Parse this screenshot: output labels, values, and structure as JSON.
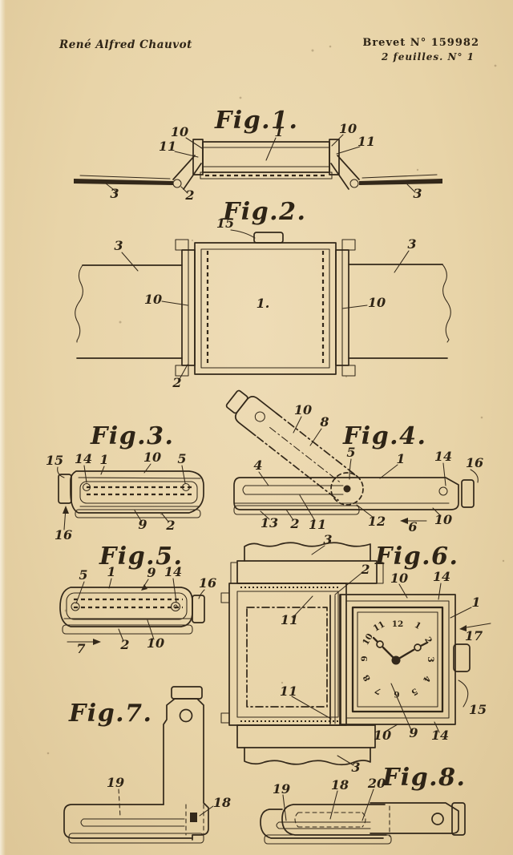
{
  "header": {
    "inventor": "René Alfred Chauvot",
    "patent_number": "Brevet N° 159982",
    "sheet_note": "2 feuilles. N° 1"
  },
  "colors": {
    "paper": "#e8d4a8",
    "ink": "#33281a"
  },
  "figures": {
    "fig1": {
      "title": "Fig.1.",
      "labels": [
        "10",
        "11",
        "1",
        "10",
        "11",
        "3",
        "2",
        "3"
      ]
    },
    "fig2": {
      "title": "Fig.2.",
      "labels": [
        "15",
        "3",
        "3",
        "10",
        "1.",
        "10",
        "2"
      ]
    },
    "fig3": {
      "title": "Fig.3.",
      "labels": [
        "15",
        "14",
        "1",
        "10",
        "5",
        "16",
        "9",
        "2"
      ]
    },
    "fig4": {
      "title": "Fig.4.",
      "labels": [
        "10",
        "8",
        "4",
        "5",
        "1",
        "14",
        "16",
        "13",
        "2",
        "11",
        "12",
        "6",
        "10"
      ]
    },
    "fig5": {
      "title": "Fig.5.",
      "labels": [
        "5",
        "1",
        "9",
        "14",
        "16",
        "7",
        "2",
        "10"
      ]
    },
    "fig6": {
      "title": "Fig.6.",
      "labels": [
        "3",
        "2",
        "10",
        "14",
        "1",
        "17",
        "15",
        "11",
        "11",
        "10",
        "9",
        "14",
        "3"
      ],
      "dial_numerals": [
        "1",
        "2",
        "3",
        "4",
        "5",
        "6",
        "7",
        "8",
        "9",
        "10",
        "11",
        "12"
      ]
    },
    "fig7": {
      "title": "Fig.7.",
      "labels": [
        "19",
        "18"
      ]
    },
    "fig8": {
      "title": "Fig.8.",
      "labels": [
        "19",
        "18",
        "20"
      ]
    }
  }
}
